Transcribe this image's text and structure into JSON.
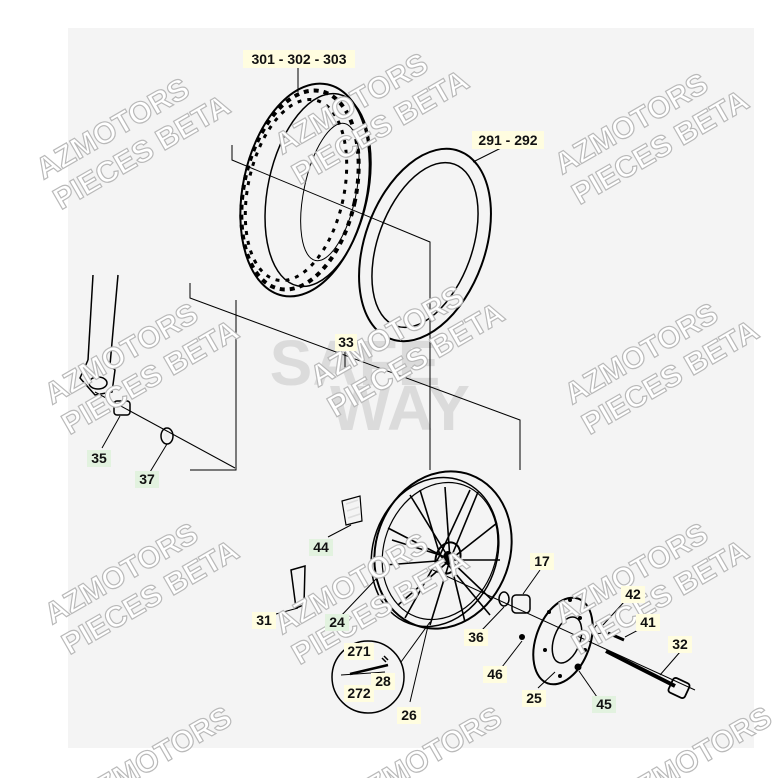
{
  "watermark": {
    "line1": "AZMOTORS",
    "line2": "PIECES BETA"
  },
  "background_logo": {
    "line1": "SAFE",
    "line2": "WAY"
  },
  "labels": {
    "tire": "301 - 302 - 303",
    "tube": "291 - 292",
    "axle_assembly": "33",
    "spacer_left": "35",
    "seal_left": "37",
    "rim_tape": "44",
    "rim_lock": "31",
    "rim": "24",
    "spoke_set": "271",
    "spoke": "272",
    "nipple": "28",
    "hub": "26",
    "spacer_right": "17",
    "seal_right": "36",
    "disc_bolt": "46",
    "disc": "25",
    "washer": "42",
    "screw": "41",
    "axle": "32",
    "nut": "45"
  },
  "colors": {
    "label_yellow": "#fffde0",
    "label_green": "#e2f2df",
    "watermark_stroke": "#b9b9b9"
  }
}
